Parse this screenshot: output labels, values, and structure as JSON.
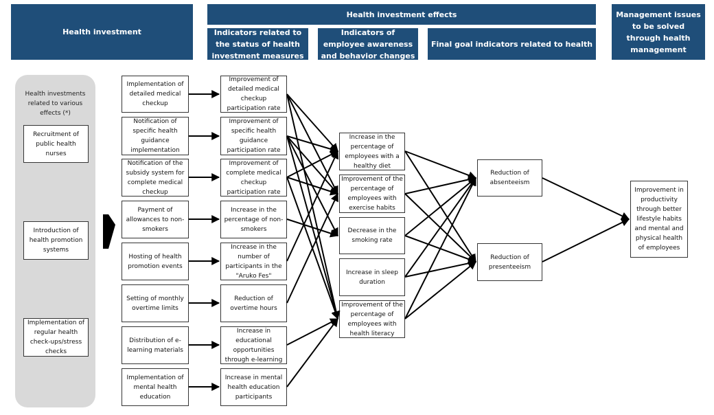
{
  "headers": {
    "health_investment": "Health investment",
    "effects": "Health investment effects",
    "indicators_status": "Indicators related to the status of health investment measures",
    "indicators_awareness": "Indicators of employee awareness and behavior changes",
    "final_goal": "Final goal indicators related to health",
    "management_issues": "Management issues to be solved through health management"
  },
  "panel": {
    "caption": "Health investments related to various effects (*)",
    "items": [
      "Recruitment of public health nurses",
      "Introduction of health promotion systems",
      "Implementation of regular health check-ups/stress checks"
    ]
  },
  "investments": [
    "Implementation of detailed medical checkup",
    "Notification of specific health guidance implementation",
    "Notification of the subsidy system for complete medical checkup",
    "Payment of allowances to non-smokers",
    "Hosting of health promotion events",
    "Setting of monthly overtime limits",
    "Distribution of e-learning materials",
    "Implementation of mental health education"
  ],
  "status_indicators": [
    "Improvement of detailed medical checkup participation rate",
    "Improvement of specific health guidance participation rate",
    "Improvement of complete medical checkup participation rate",
    "Increase in the percentage of non-smokers",
    "Increase in the number of participants in the \"Aruko Fes\"",
    "Reduction of overtime hours",
    "Increase in educational opportunities through e-learning",
    "Increase in mental health education participants"
  ],
  "behavior_indicators": [
    "Increase in the percentage of employees with a healthy diet",
    "Improvement of the percentage of employees with exercise habits",
    "Decrease in the smoking rate",
    "Increase in sleep duration",
    "Improvement of the percentage of employees with health literacy"
  ],
  "final_goals": [
    "Reduction of absenteeism",
    "Reduction of presenteeism"
  ],
  "management_issue": "Improvement in productivity through better lifestyle habits and mental and physical health of employees"
}
